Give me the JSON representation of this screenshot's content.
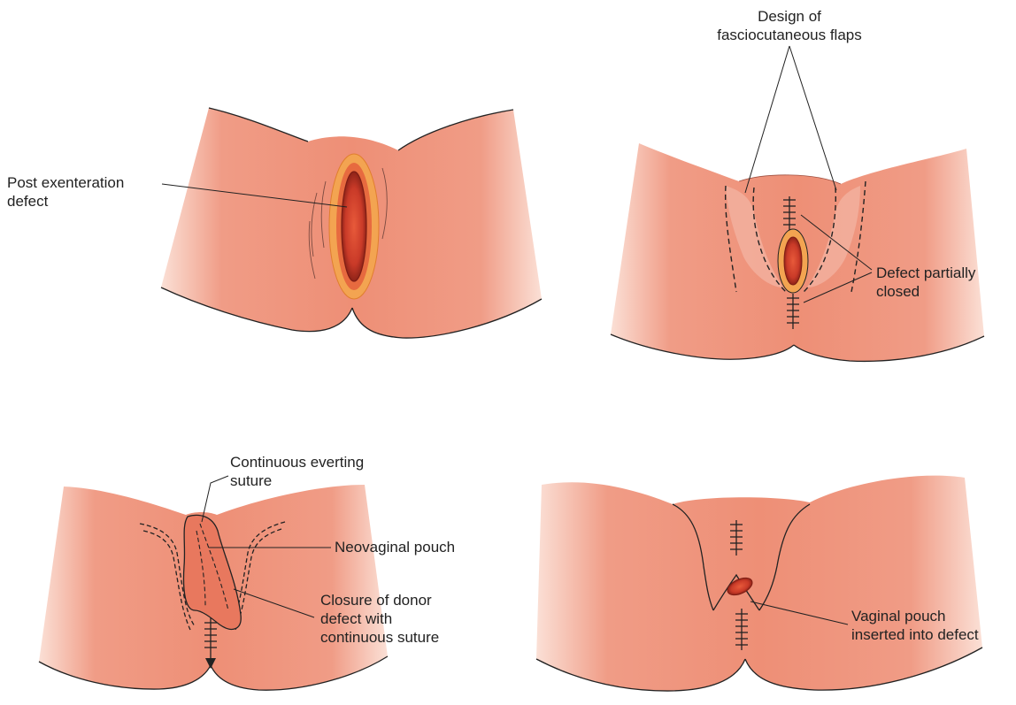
{
  "panels": [
    {
      "labels": [
        {
          "lines": [
            "Post exenteration",
            "defect"
          ]
        }
      ]
    },
    {
      "labels": [
        {
          "lines": [
            "Design of",
            "fasciocutaneous flaps"
          ]
        },
        {
          "lines": [
            "Defect partially",
            "closed"
          ]
        }
      ]
    },
    {
      "labels": [
        {
          "lines": [
            "Continuous everting",
            "suture"
          ]
        },
        {
          "lines": [
            "Neovaginal pouch"
          ]
        },
        {
          "lines": [
            "Closure of donor",
            "defect with",
            "continuous suture"
          ]
        }
      ]
    },
    {
      "labels": [
        {
          "lines": [
            "Vaginal pouch",
            "inserted into defect"
          ]
        }
      ]
    }
  ],
  "colors": {
    "skin": "#f0957d",
    "skin_light": "#f7c3b0",
    "wound_outer": "#f2a248",
    "wound_inner": "#d94a32",
    "wound_dark": "#9c2a1c",
    "line": "#1a1a1a"
  }
}
